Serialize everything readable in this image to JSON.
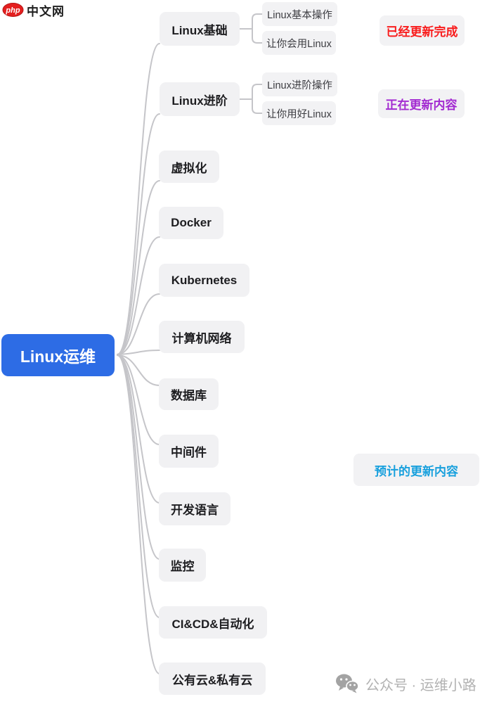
{
  "logo": {
    "brand": "php",
    "site": "中文网"
  },
  "root": {
    "label": "Linux运维",
    "bg_color": "#2d6ce5",
    "text_color": "#ffffff"
  },
  "branches": [
    {
      "label": "Linux基础"
    },
    {
      "label": "Linux进阶"
    },
    {
      "label": "虚拟化"
    },
    {
      "label": "Docker"
    },
    {
      "label": "Kubernetes"
    },
    {
      "label": "计算机网络"
    },
    {
      "label": "数据库"
    },
    {
      "label": "中间件"
    },
    {
      "label": "开发语言"
    },
    {
      "label": "监控"
    },
    {
      "label": "CI&CD&自动化"
    },
    {
      "label": "公有云&私有云"
    }
  ],
  "children": {
    "linux_basic": [
      {
        "label": "Linux基本操作"
      },
      {
        "label": "让你会用Linux"
      }
    ],
    "linux_advanced": [
      {
        "label": "Linux进阶操作"
      },
      {
        "label": "让你用好Linux"
      }
    ]
  },
  "annotations": [
    {
      "label": "已经更新完成",
      "color": "#f91d1d"
    },
    {
      "label": "正在更新内容",
      "color": "#a32bd1"
    },
    {
      "label": "预计的更新内容",
      "color": "#18a0dd"
    }
  ],
  "watermark": {
    "label": "公众号 · 运维小路"
  },
  "colors": {
    "node_bg": "#f1f1f3",
    "node_text": "#1d1d20",
    "child_text": "#3c3c41",
    "connector": "#c5c5c9",
    "background": "#ffffff",
    "watermark_gray": "#b2b2b2",
    "logo_red": "#e41f1f"
  }
}
